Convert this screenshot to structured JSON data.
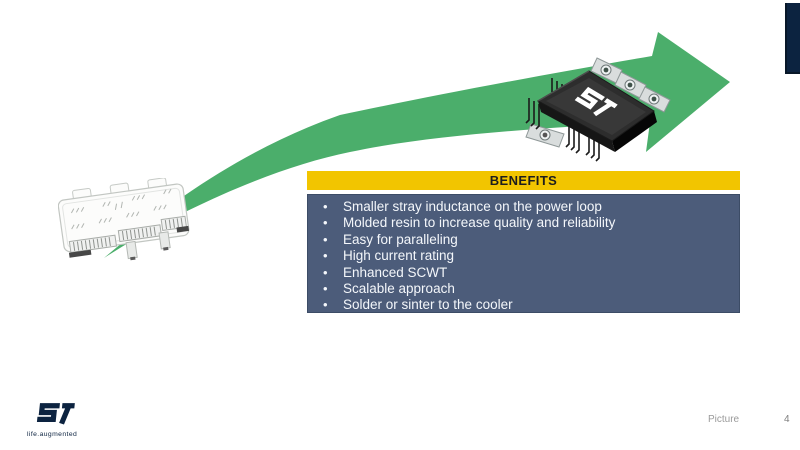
{
  "benefits_box": {
    "title": "BENEFITS",
    "items": [
      "Smaller stray inductance on the power loop",
      "Molded resin to increase quality and reliability",
      "Easy for paralleling",
      "High current rating",
      "Enhanced SCWT",
      "Scalable approach",
      "Solder or sinter to the cooler"
    ]
  },
  "footer": {
    "caption": "Picture",
    "page_number": "4",
    "logo_tagline": "life.augmented"
  },
  "icons": {
    "growth_arrow": "green-swoosh-arrow",
    "left_image": "open-frame-power-module-image",
    "right_image": "molded-power-module-image",
    "logo": "st-microelectronics-logo"
  },
  "colors": {
    "arrow_green": "#4BAE6B",
    "header_yellow": "#F2C500",
    "panel_slate": "#4C5C7A",
    "brand_navy": "#0C2340"
  }
}
